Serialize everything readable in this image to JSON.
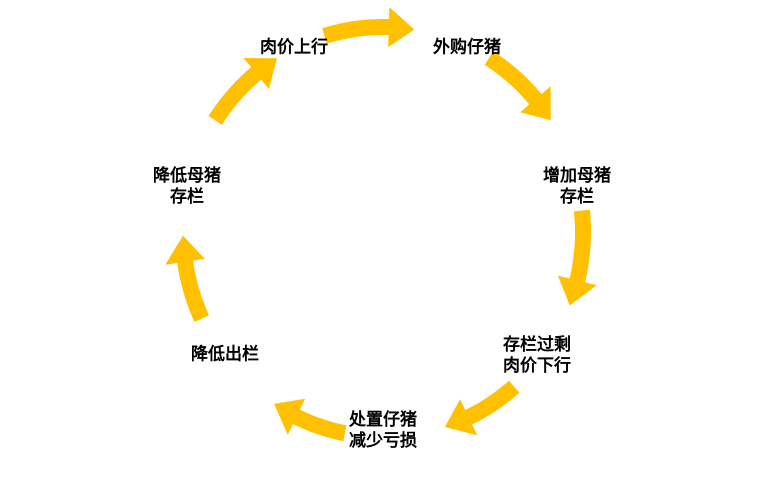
{
  "diagram": {
    "type": "cycle",
    "arrow_color": "#FFC000",
    "text_color": "#000000",
    "nodes": [
      {
        "id": "meat-price-up",
        "lines": [
          "肉价上行"
        ]
      },
      {
        "id": "buy-piglets",
        "lines": [
          "外购仔猪"
        ]
      },
      {
        "id": "increase-sow-stock",
        "lines": [
          "增加母猪",
          "存栏"
        ]
      },
      {
        "id": "overstock-price-down",
        "lines": [
          "存栏过剩",
          "肉价下行"
        ]
      },
      {
        "id": "dispose-piglets",
        "lines": [
          "处置仔猪",
          "减少亏损"
        ]
      },
      {
        "id": "reduce-slaughter",
        "lines": [
          "降低出栏"
        ]
      },
      {
        "id": "reduce-sow-stock",
        "lines": [
          "降低母猪",
          "存栏"
        ]
      }
    ],
    "edges": [
      {
        "from": "meat-price-up",
        "to": "buy-piglets"
      },
      {
        "from": "buy-piglets",
        "to": "increase-sow-stock"
      },
      {
        "from": "increase-sow-stock",
        "to": "overstock-price-down"
      },
      {
        "from": "overstock-price-down",
        "to": "dispose-piglets"
      },
      {
        "from": "dispose-piglets",
        "to": "reduce-slaughter"
      },
      {
        "from": "reduce-slaughter",
        "to": "reduce-sow-stock"
      },
      {
        "from": "reduce-sow-stock",
        "to": "meat-price-up"
      }
    ]
  }
}
